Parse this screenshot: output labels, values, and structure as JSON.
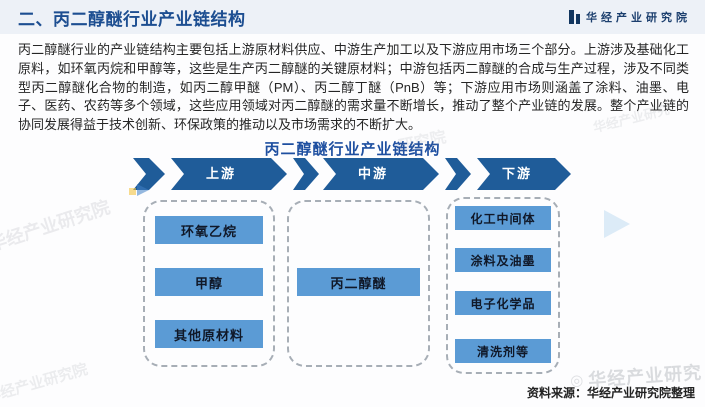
{
  "header": {
    "title": "二、丙二醇醚行业产业链结构",
    "brand": "华经产业研究院"
  },
  "intro": "丙二醇醚行业的产业链结构主要包括上游原材料供应、中游生产加工以及下游应用市场三个部分。上游涉及基础化工原料，如环氧丙烷和甲醇等，这些是生产丙二醇醚的关键原材料；中游包括丙二醇醚的合成与生产过程，涉及不同类型丙二醇醚化合物的制造，如丙二醇甲醚（PM）、丙二醇丁醚（PnB）等；下游应用市场则涵盖了涂料、油墨、电子、医药、农药等多个领域，这些应用领域对丙二醇醚的需求量不断增长，推动了整个产业链的发展。整个产业链的协同发展得益于技术创新、环保政策的推动以及市场需求的不断扩大。",
  "diagram": {
    "title": "丙二醇醚行业产业链结构",
    "stages": [
      {
        "label": "上游"
      },
      {
        "label": "中游"
      },
      {
        "label": "下游"
      }
    ],
    "upstream_boxes": [
      "环氧乙烷",
      "甲醇",
      "其他原材料"
    ],
    "midstream_boxes": [
      "丙二醇醚"
    ],
    "downstream_boxes": [
      "化工中间体",
      "涂料及油墨",
      "电子化学品",
      "清洗剂等"
    ],
    "colors": {
      "chevron": "#1f5c99",
      "box": "#5b9bd5",
      "title_blue": "#1e4fa0"
    }
  },
  "footer": {
    "source": "资料来源：华经产业研究院整理"
  },
  "watermarks": [
    {
      "text": "华经产业研究院"
    },
    {
      "text": "研究院"
    },
    {
      "text": "华经产业研究"
    },
    {
      "text": "华经产业研究"
    },
    {
      "text": "华经产业研究院"
    }
  ]
}
